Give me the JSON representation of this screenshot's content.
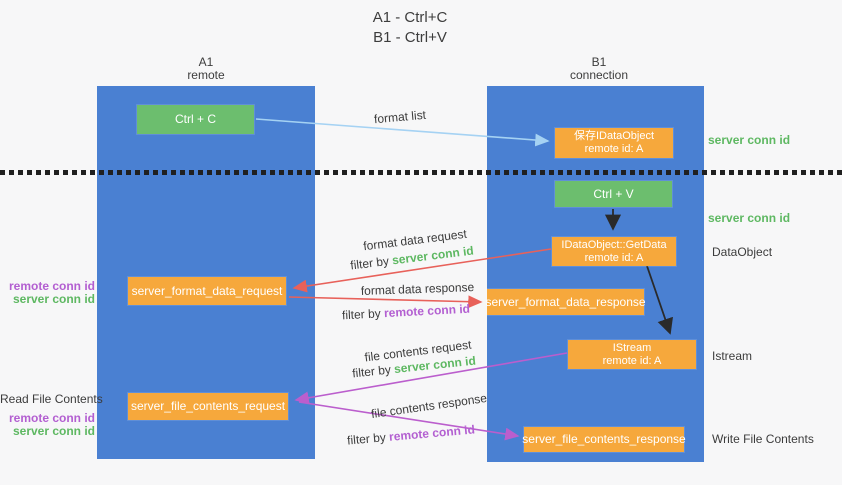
{
  "title": {
    "line1": "A1 - Ctrl+C",
    "line2": "B1 - Ctrl+V"
  },
  "colors": {
    "column_blue": "#4a80d2",
    "box_green": "#6cbe6e",
    "box_orange": "#f6a83c",
    "arrow_blue": "#a5d2f3",
    "arrow_red": "#e8615a",
    "arrow_purple": "#bb5ecd",
    "text_green": "#5eb862",
    "text_purple": "#b35fd1"
  },
  "lanes": {
    "left": {
      "title": "A1",
      "subtitle": "remote"
    },
    "right": {
      "title": "B1",
      "subtitle": "connection"
    }
  },
  "boxes": {
    "ctrl_c": {
      "label": "Ctrl + C"
    },
    "save_dataobject": {
      "line1": "保存IDataObject",
      "line2": "remote id: A"
    },
    "ctrl_v": {
      "label": "Ctrl + V"
    },
    "getdata": {
      "line1": "IDataObject::GetData",
      "line2": "remote id: A"
    },
    "server_format_data_request": {
      "label": "server_format_data_request"
    },
    "server_format_data_response": {
      "label": "server_format_data_response"
    },
    "istream": {
      "line1": "IStream",
      "line2": "remote id: A"
    },
    "server_file_contents_request": {
      "label": "server_file_contents_request"
    },
    "server_file_contents_response": {
      "label": "server_file_contents_response"
    }
  },
  "flow_labels": {
    "format_list": "format list",
    "format_data_request": "format data request",
    "format_data_response": "format data response",
    "file_contents_request": "file contents request",
    "file_contents_response": "file contents response",
    "filter_by": "filter by",
    "server_conn_id": "server conn id",
    "remote_conn_id": "remote conn id"
  },
  "side_labels": {
    "right_server_conn_id_top": "server conn id",
    "right_server_conn_id_mid": "server conn id",
    "dataobject": "DataObject",
    "istream": "Istream",
    "write_file_contents": "Write File Contents",
    "left_remote_conn_id_top": "remote conn id",
    "left_server_conn_id_top": "server conn id",
    "read_file_contents": "Read File Contents",
    "left_remote_conn_id_bottom": "remote conn id",
    "left_server_conn_id_bottom": "server conn id"
  }
}
